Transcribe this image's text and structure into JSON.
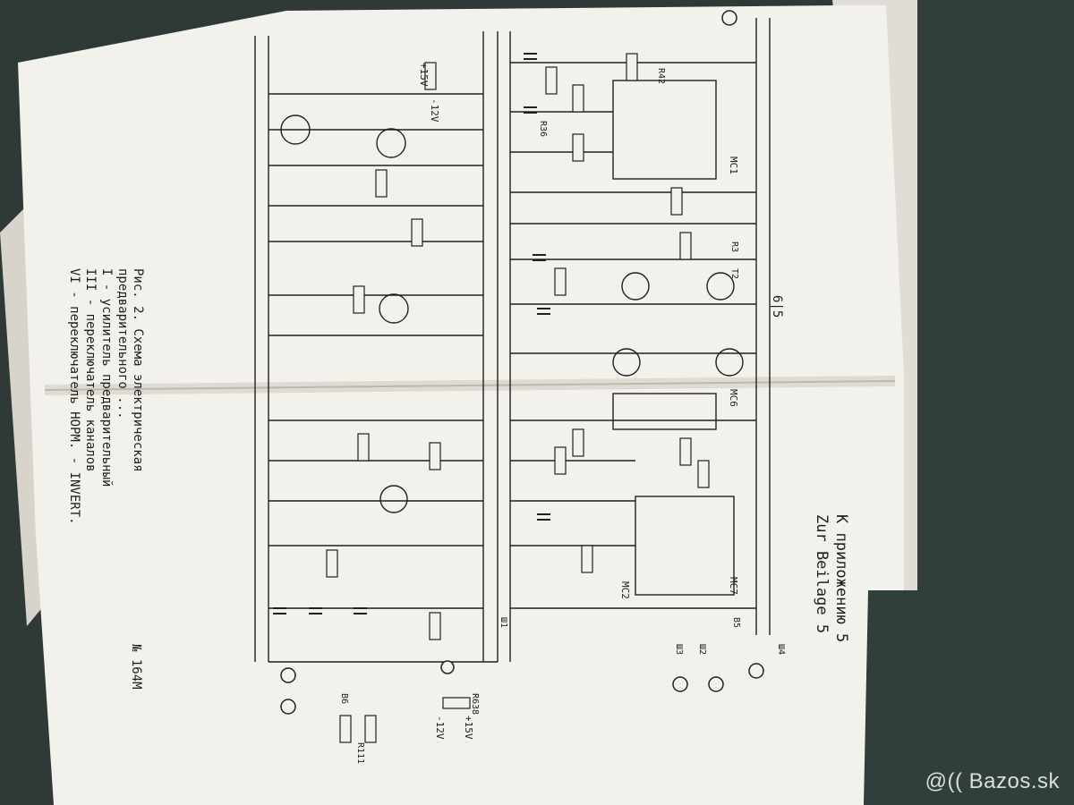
{
  "colors": {
    "table": "#2f3a36",
    "paper": "#f3f1ec",
    "ink": "#1e1e1e"
  },
  "header": {
    "line1": "К приложению 5",
    "line2": "Zur Beilage 5"
  },
  "caption": {
    "line1": "Рис. 2. Схема электрическая",
    "line2": "предварительного ...",
    "item1": "I - усилитель предварительный",
    "item3": "III - переключатель каналов",
    "item6": "VI - переключатель НОРМ. - INVERT."
  },
  "page_label": "№ 164М",
  "fold_label": "6|5",
  "labels": {
    "mc1": "МС1",
    "mc2": "МС2",
    "mc6": "МС6",
    "mc7": "МС7",
    "v1": "+15V",
    "v2": "-12V",
    "v3": "+15V",
    "v4": "-12V",
    "r42": "R42",
    "r3": "R3",
    "t2": "T2",
    "r36": "R36",
    "sh1": "Ш1",
    "sh2": "Ш2",
    "sh3": "Ш3",
    "sh4": "Ш4",
    "b5": "В5",
    "b6": "В6",
    "r638": "R638",
    "r111": "R111"
  },
  "watermark": "@(( Bazos.sk"
}
